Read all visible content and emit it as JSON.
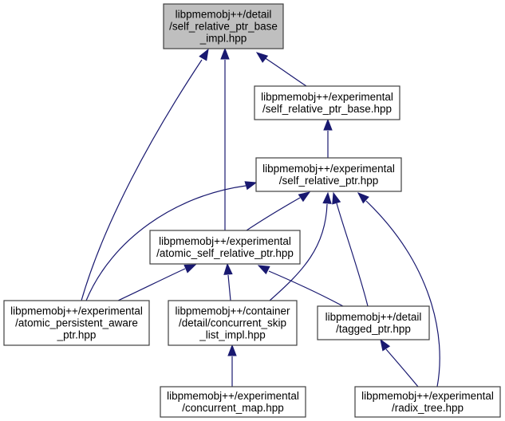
{
  "diagram": {
    "type": "include-dependency-graph",
    "colors": {
      "root_fill": "#bfbfbf",
      "node_fill": "#ffffff",
      "node_border": "#404040",
      "edge": "#191970"
    },
    "nodes": [
      {
        "id": "self_relative_ptr_base_impl",
        "lines": [
          "libpmemobj++/detail",
          "/self_relative_ptr_base",
          "_impl.hpp"
        ],
        "root": true
      },
      {
        "id": "self_relative_ptr_base",
        "lines": [
          "libpmemobj++/experimental",
          "/self_relative_ptr_base.hpp"
        ]
      },
      {
        "id": "self_relative_ptr",
        "lines": [
          "libpmemobj++/experimental",
          "/self_relative_ptr.hpp"
        ]
      },
      {
        "id": "atomic_self_relative_ptr",
        "lines": [
          "libpmemobj++/experimental",
          "/atomic_self_relative_ptr.hpp"
        ]
      },
      {
        "id": "atomic_persistent_aware_ptr",
        "lines": [
          "libpmemobj++/experimental",
          "/atomic_persistent_aware",
          "_ptr.hpp"
        ]
      },
      {
        "id": "concurrent_skip_list_impl",
        "lines": [
          "libpmemobj++/container",
          "/detail/concurrent_skip",
          "_list_impl.hpp"
        ]
      },
      {
        "id": "tagged_ptr",
        "lines": [
          "libpmemobj++/detail",
          "/tagged_ptr.hpp"
        ]
      },
      {
        "id": "concurrent_map",
        "lines": [
          "libpmemobj++/experimental",
          "/concurrent_map.hpp"
        ]
      },
      {
        "id": "radix_tree",
        "lines": [
          "libpmemobj++/experimental",
          "/radix_tree.hpp"
        ]
      }
    ],
    "edges": [
      {
        "from": "self_relative_ptr_base",
        "to": "self_relative_ptr_base_impl"
      },
      {
        "from": "atomic_self_relative_ptr",
        "to": "self_relative_ptr_base_impl"
      },
      {
        "from": "atomic_persistent_aware_ptr",
        "to": "self_relative_ptr_base_impl"
      },
      {
        "from": "self_relative_ptr",
        "to": "self_relative_ptr_base"
      },
      {
        "from": "atomic_self_relative_ptr",
        "to": "self_relative_ptr"
      },
      {
        "from": "atomic_persistent_aware_ptr",
        "to": "self_relative_ptr"
      },
      {
        "from": "concurrent_skip_list_impl",
        "to": "self_relative_ptr"
      },
      {
        "from": "tagged_ptr",
        "to": "self_relative_ptr"
      },
      {
        "from": "radix_tree",
        "to": "self_relative_ptr"
      },
      {
        "from": "atomic_persistent_aware_ptr",
        "to": "atomic_self_relative_ptr"
      },
      {
        "from": "concurrent_skip_list_impl",
        "to": "atomic_self_relative_ptr"
      },
      {
        "from": "tagged_ptr",
        "to": "atomic_self_relative_ptr"
      },
      {
        "from": "concurrent_map",
        "to": "concurrent_skip_list_impl"
      },
      {
        "from": "radix_tree",
        "to": "tagged_ptr"
      }
    ]
  }
}
